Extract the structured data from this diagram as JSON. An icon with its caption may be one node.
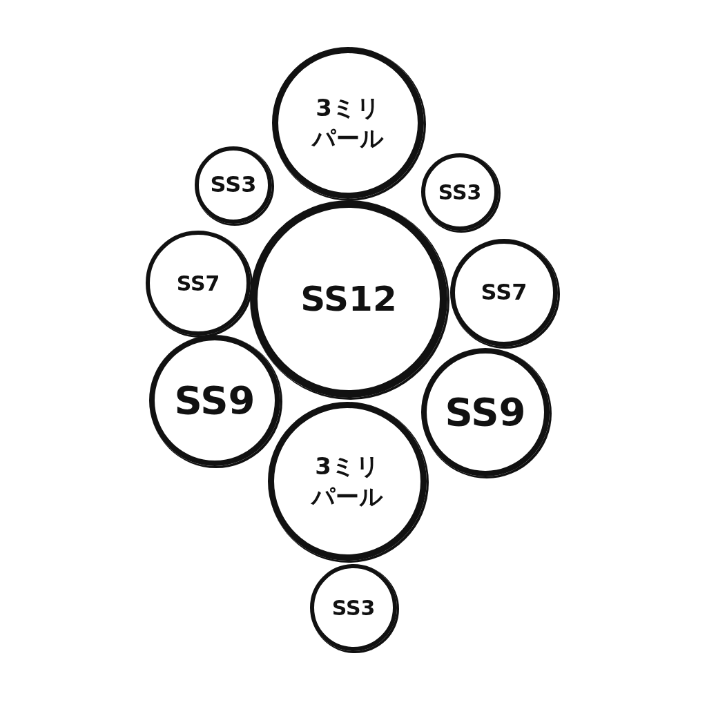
{
  "diagram": {
    "nodes": [
      {
        "text": [
          "3ミリパール"
        ]
      },
      {
        "text": [
          "SS3"
        ]
      },
      {
        "text": [
          "SS3"
        ]
      },
      {
        "text": [
          "SS7"
        ]
      },
      {
        "text": [
          "SS12"
        ]
      },
      {
        "text": [
          "SS7"
        ]
      },
      {
        "text": [
          "SS9"
        ]
      },
      {
        "text": [
          "SS9"
        ]
      },
      {
        "text": [
          "3ミリパール"
        ]
      },
      {
        "text": [
          "SS3"
        ]
      }
    ]
  }
}
